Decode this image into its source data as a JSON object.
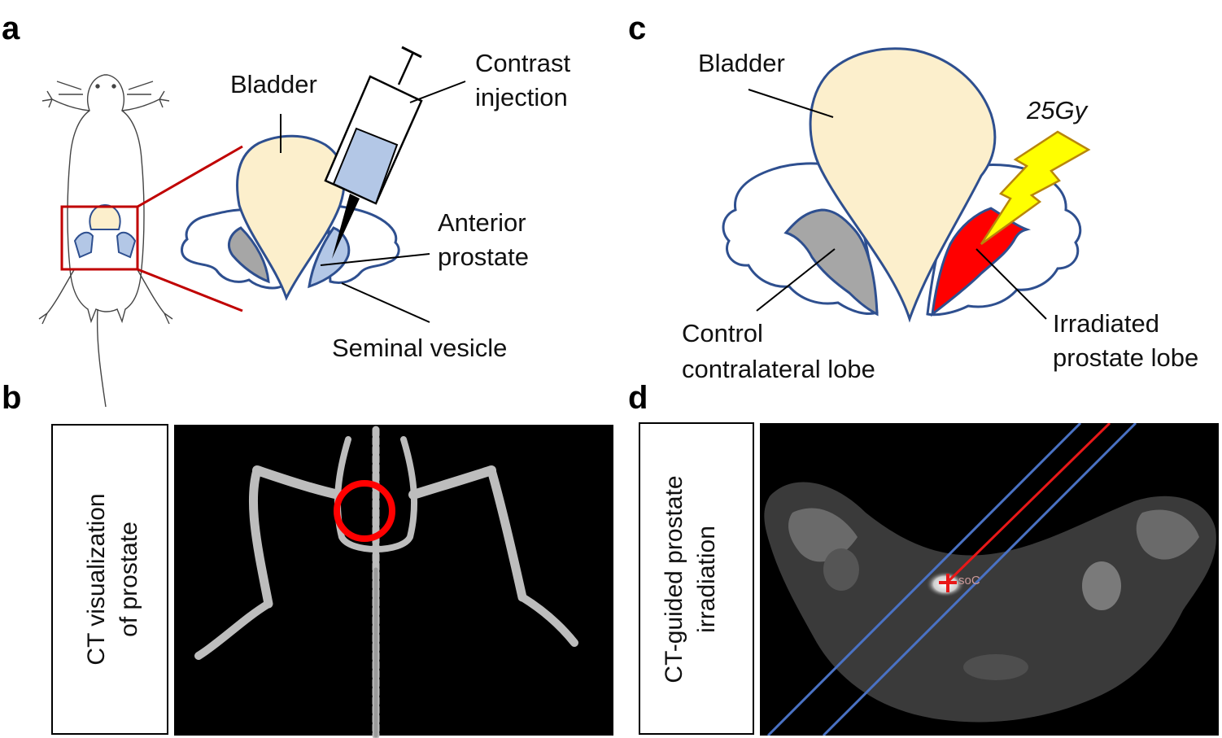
{
  "panels": {
    "a": {
      "letter": "a",
      "labels": {
        "bladder": "Bladder",
        "contrast_line1": "Contrast",
        "contrast_line2": "injection",
        "anterior_line1": "Anterior",
        "anterior_line2": "prostate",
        "seminal": "Seminal vesicle"
      }
    },
    "b": {
      "letter": "b",
      "side_label_line1": "CT visualization",
      "side_label_line2": "of prostate"
    },
    "c": {
      "letter": "c",
      "labels": {
        "bladder": "Bladder",
        "dose": "25Gy",
        "control_line1": "Control",
        "control_line2": "contralateral lobe",
        "irradiated_line1": "Irradiated",
        "irradiated_line2": "prostate lobe"
      }
    },
    "d": {
      "letter": "d",
      "side_label_line1": "CT-guided prostate",
      "side_label_line2": "irradiation",
      "isocenter_text": "soC"
    }
  },
  "colors": {
    "bladder_fill": "#fcefcc",
    "organ_stroke": "#2e4f8f",
    "anterior_prostate_fill": "#b3c7e6",
    "control_lobe_fill": "#a6a6a6",
    "irradiated_lobe_fill": "#ff0000",
    "lightning_fill": "#ffff00",
    "lightning_stroke": "#b8860b",
    "zoom_box": "#c00000",
    "beam_edges": "#4a72c4",
    "beam_center": "#e81818"
  }
}
